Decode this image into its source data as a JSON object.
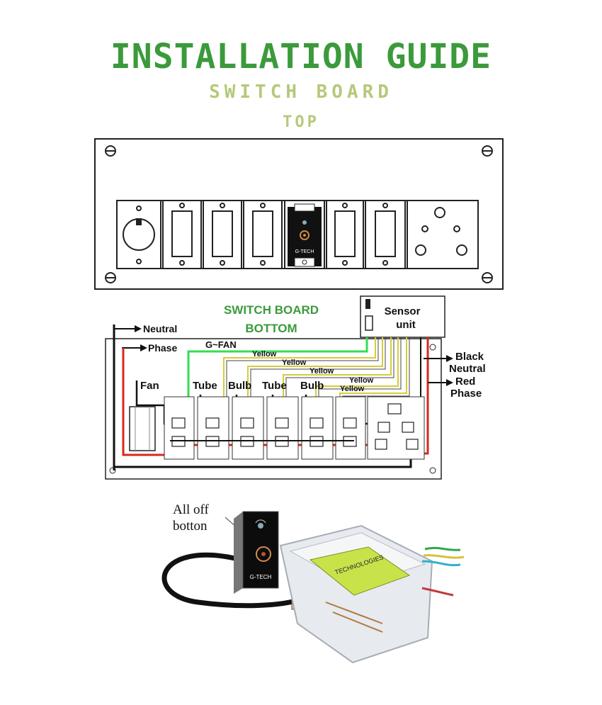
{
  "header": {
    "title": "INSTALLATION GUIDE",
    "subtitle": "SWITCH BOARD",
    "section": "TOP"
  },
  "top_board": {
    "brand": "G-TECH"
  },
  "bottom_board": {
    "title_line1": "SWITCH BOARD",
    "title_line2": "BOTTOM",
    "sensor_label_line1": "Sensor",
    "sensor_label_line2": "unit",
    "neutral_label": "Neutral",
    "phase_label": "Phase",
    "gfan_label": "G~FAN",
    "yellow_labels": [
      "Yellow",
      "Yellow",
      "Yellow",
      "Yellow",
      "Yellow"
    ],
    "load_labels": [
      "Fan",
      "Tube",
      "Bulb",
      "Tube",
      "Bulb"
    ],
    "legend": [
      "Black",
      "Neutral",
      "Red",
      "Phase"
    ]
  },
  "product_photo": {
    "button_label_line1": "All off",
    "button_label_line2": "botton",
    "brand": "G-TECH",
    "box_label": "TECHNOLOGIES"
  },
  "colors": {
    "title_green": "#3b9a3b",
    "subtitle_green": "#b5c97a",
    "wire_green": "#33dd55",
    "wire_yellow": "#d6cc3a",
    "wire_red": "#d42a1f",
    "wire_black": "#111111"
  }
}
